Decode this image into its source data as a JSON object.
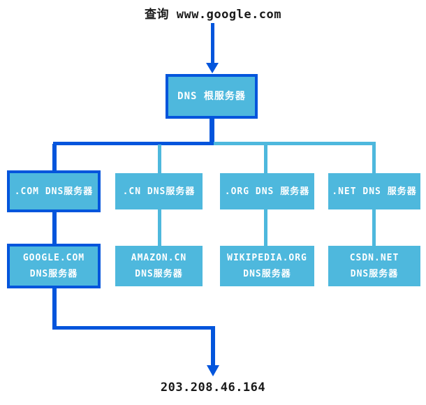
{
  "colors": {
    "path_highlight_blue": "#0355dc",
    "node_fill_blue": "#4eb8dd",
    "node_text": "#ffffff",
    "caption_text": "#1a1a1a",
    "background": "#ffffff"
  },
  "query": {
    "label": "查询 www.google.com"
  },
  "root": {
    "label": "DNS 根服务器"
  },
  "tld_servers": [
    {
      "label": ".COM DNS服务器",
      "highlighted": true
    },
    {
      "label": ".CN DNS服务器",
      "highlighted": false
    },
    {
      "label": ".ORG DNS 服务器",
      "highlighted": false
    },
    {
      "label": ".NET DNS 服务器",
      "highlighted": false
    }
  ],
  "authoritative_servers": [
    {
      "line1": "GOOGLE.COM",
      "line2": "DNS服务器",
      "highlighted": true
    },
    {
      "line1": "AMAZON.CN",
      "line2": "DNS服务器",
      "highlighted": false
    },
    {
      "line1": "WIKIPEDIA.ORG",
      "line2": "DNS服务器",
      "highlighted": false
    },
    {
      "line1": "CSDN.NET",
      "line2": "DNS服务器",
      "highlighted": false
    }
  ],
  "result": {
    "ip": "203.208.46.164"
  }
}
